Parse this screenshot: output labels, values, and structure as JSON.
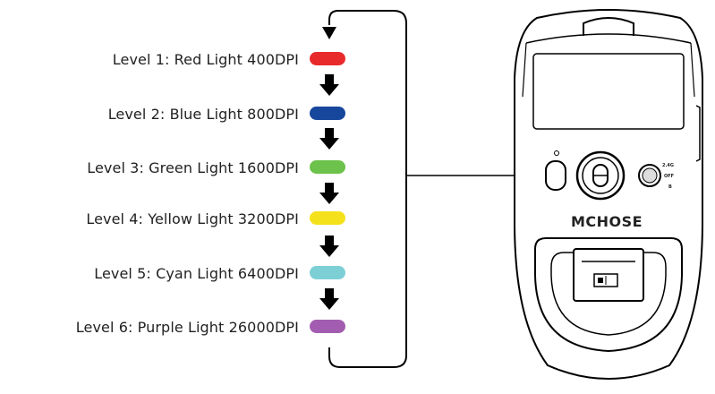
{
  "levels": [
    {
      "label": "Level 1: Red Light 400DPI",
      "color": "#e82a2a"
    },
    {
      "label": "Level 2: Blue Light 800DPI",
      "color": "#16479c"
    },
    {
      "label": "Level 3: Green Light 1600DPI",
      "color": "#6cc24a"
    },
    {
      "label": "Level 4: Yellow Light 3200DPI",
      "color": "#f5e11b"
    },
    {
      "label": "Level 5: Cyan Light 6400DPI",
      "color": "#7dcfd6"
    },
    {
      "label": "Level 6: Purple Light 26000DPI",
      "color": "#a35db0"
    }
  ],
  "mouse": {
    "brand": "MCHOSE",
    "switch_labels": [
      "2.4G",
      "OFF",
      "B"
    ]
  }
}
